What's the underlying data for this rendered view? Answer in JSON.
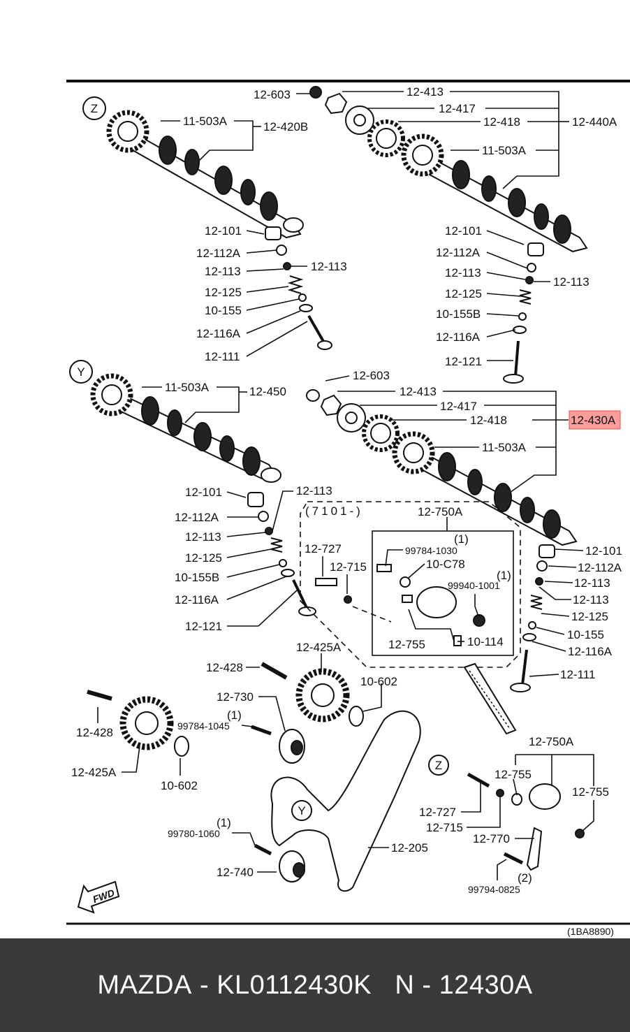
{
  "diagram": {
    "labels": {
      "l0": "12-603",
      "l1": "12-413",
      "l2": "12-417",
      "l3": "12-418",
      "l4": "12-440A",
      "l5": "11-503A",
      "l6": "12-420B",
      "l7": "11-503A",
      "l8": "12-101",
      "l9": "12-112A",
      "l10": "12-113",
      "l11": "12-113",
      "l12": "12-125",
      "l13": "10-155",
      "l14": "12-116A",
      "l15": "12-111",
      "l16": "12-101",
      "l17": "12-112A",
      "l18": "12-113",
      "l19": "12-113",
      "l20": "12-125",
      "l21": "10-155B",
      "l22": "12-116A",
      "l23": "12-121",
      "l24": "11-503A",
      "l25": "12-450",
      "l26": "12-603",
      "l27": "12-413",
      "l28": "12-417",
      "l29": "12-418",
      "l30": "12-430A",
      "l31": "11-503A",
      "l32": "12-101",
      "l33": "12-113",
      "l34": "12-112A",
      "l35": "12-113",
      "l36": "12-125",
      "l37": "10-155B",
      "l38": "12-116A",
      "l39": "12-121",
      "l40": "(7101-)",
      "l41": "12-750A",
      "l42": "(1)",
      "l43": "99784-1030",
      "l44": "12-727",
      "l45": "12-715",
      "l46": "10-C78",
      "l47": "(1)",
      "l48": "99940-1001",
      "l49": "12-755",
      "l50": "10-114",
      "l51": "12-101",
      "l52": "12-112A",
      "l53": "12-113",
      "l54": "12-113",
      "l55": "12-125",
      "l56": "10-155",
      "l57": "12-116A",
      "l58": "12-111",
      "l59": "12-425A",
      "l60": "12-428",
      "l61": "10-602",
      "l62": "12-730",
      "l63": "(1)",
      "l64": "99784-1045",
      "l65": "12-428",
      "l66": "12-425A",
      "l67": "10-602",
      "l68": "12-750A",
      "l69": "12-755",
      "l70": "12-755",
      "l71": "12-727",
      "l72": "12-715",
      "l73": "12-770",
      "l74": "(1)",
      "l75": "99780-1060",
      "l76": "12-205",
      "l77": "12-740",
      "l78": "(2)",
      "l79": "99794-0825",
      "l80": "(1BA8890)"
    },
    "callouts": {
      "z_top": "Z",
      "y_left": "Y",
      "y_belt": "Y",
      "z_belt": "Z"
    },
    "fwd_label": "FWD",
    "highlight_color": "#ff9c9c"
  },
  "footer": {
    "brand": "MAZDA",
    "separator1": " - ",
    "part_number": "KL0112430K",
    "gap": "   ",
    "n_prefix": "N",
    "separator2": " - ",
    "n_number": "12430A"
  }
}
